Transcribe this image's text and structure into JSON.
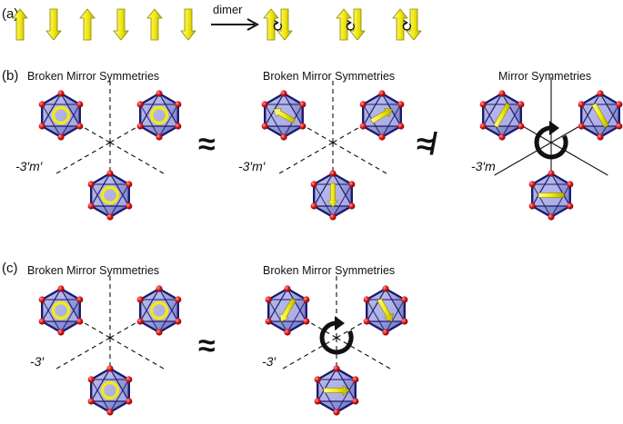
{
  "panels": {
    "a": {
      "label": "(a)",
      "arrow_label": "dimer",
      "spin_arrows": [
        "up",
        "down",
        "up",
        "down",
        "up",
        "down"
      ]
    },
    "b": {
      "label": "(b)",
      "diagrams": [
        {
          "title": "Broken Mirror Symmetries",
          "group": "-3′m′",
          "moment": "toroidal-rings"
        },
        {
          "title": "Broken Mirror Symmetries",
          "group": "-3′m′",
          "moment": "radial-arrows"
        },
        {
          "title": "Mirror Symmetries",
          "group": "-3′m",
          "moment": "rotating-arrows"
        }
      ],
      "relations": [
        "≈",
        "≉"
      ]
    },
    "c": {
      "label": "(c)",
      "diagrams": [
        {
          "title": "Broken Mirror Symmetries",
          "group": "-3′",
          "moment": "toroidal-rings"
        },
        {
          "title": "Broken Mirror Symmetries",
          "group": "-3′",
          "moment": "canted-arrows"
        }
      ],
      "relations": [
        "≈"
      ]
    }
  },
  "colors": {
    "octahedron_face": "#9c9fd6",
    "octahedron_edge": "#1a1a6e",
    "oxygen_atom": "#d81414",
    "moment": "#f2ea14",
    "moment_edge": "#8c8500",
    "line": "#111111"
  }
}
